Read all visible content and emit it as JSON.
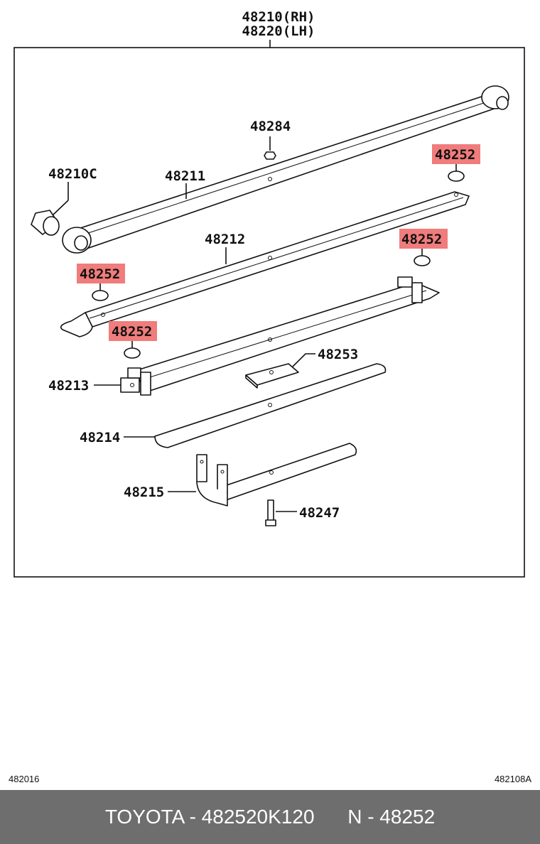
{
  "header": {
    "line1": "48210(RH)",
    "line2": "48220(LH)"
  },
  "labels": {
    "bushing": "48210C",
    "main_leaf": "48211",
    "center_nut": "48284",
    "insert_top": "48252",
    "leaf2": "48212",
    "insert_right": "48252",
    "insert_left_upper": "48252",
    "insert_left_lower": "48252",
    "leaf3": "48213",
    "spacer": "48253",
    "leaf4": "48214",
    "leaf5": "48215",
    "center_bolt": "48247"
  },
  "highlight_color": "#f07c7c",
  "codes": {
    "left": "482016",
    "right": "482108A"
  },
  "footer": {
    "part": "TOYOTA - 482520K120",
    "ref": "N - 48252"
  }
}
